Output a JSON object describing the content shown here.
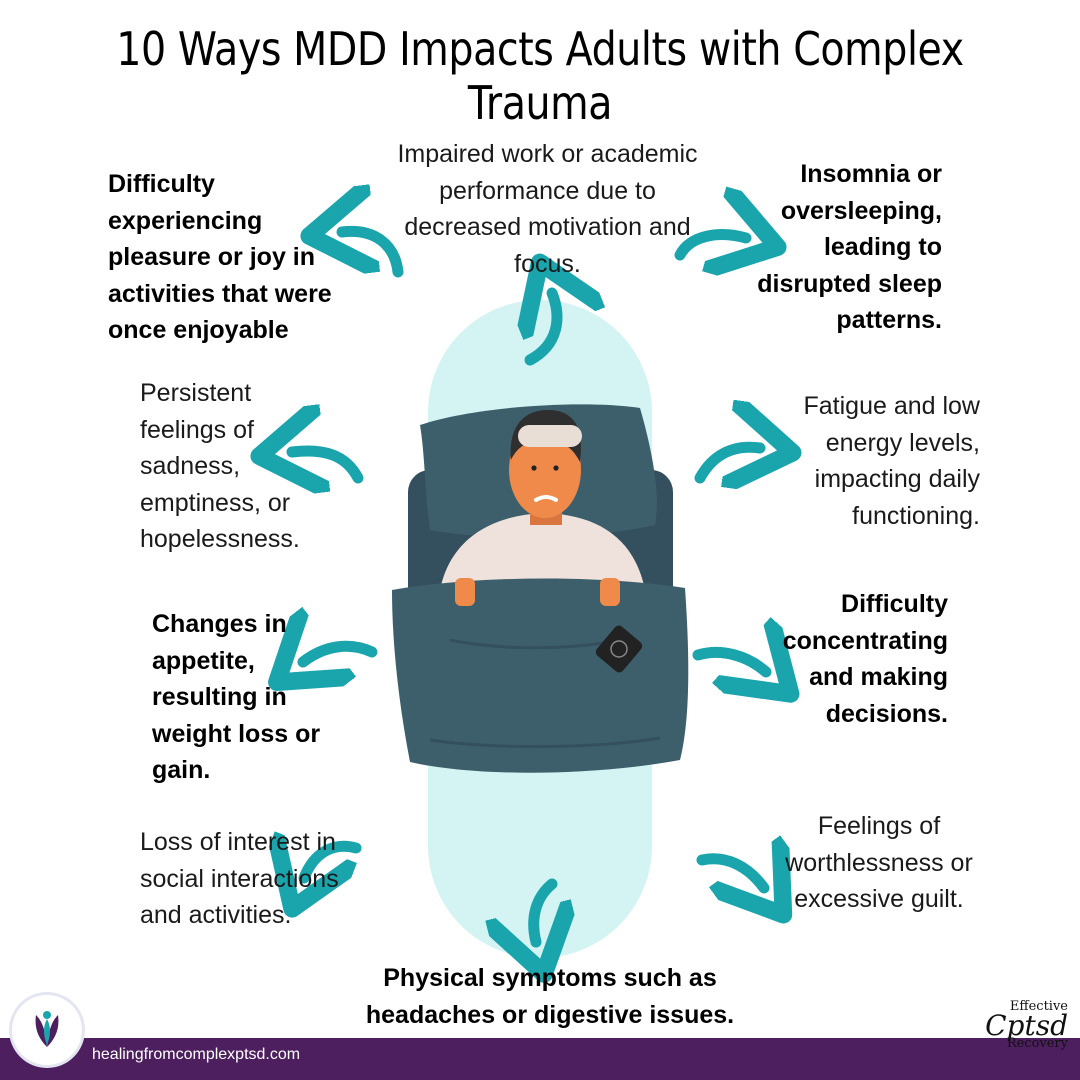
{
  "title": "10 Ways MDD Impacts Adults with Complex Trauma",
  "items": {
    "pleasure": "Difficulty experiencing pleasure or joy in activities that were once enjoyable",
    "work": "Impaired work or academic performance due to decreased motivation and focus.",
    "sleep": "Insomnia or oversleeping, leading to disrupted sleep patterns.",
    "sadness": "Persistent feelings of sadness, emptiness, or hopelessness.",
    "fatigue": "Fatigue and low energy levels, impacting daily functioning.",
    "appetite": "Changes in appetite, resulting in weight loss or gain.",
    "concentration": "Difficulty concentrating and making decisions.",
    "social": "Loss of interest in social interactions and activities.",
    "worthlessness": "Feelings of worthlessness or excessive guilt.",
    "physical": "Physical symptoms such as headaches or digestive issues."
  },
  "footer": {
    "url": "healingfromcomplexptsd.com"
  },
  "brand": {
    "line1": "Effective",
    "line2": "Cptsd",
    "line3": "Recovery"
  },
  "colors": {
    "arrow": "#1aa5ad",
    "pillar": "#d3f4f2",
    "blanket": "#3d5f6c",
    "footer": "#4e1f5f"
  },
  "icons": [
    "curved-arrow-icon",
    "lotus-logo-icon"
  ]
}
